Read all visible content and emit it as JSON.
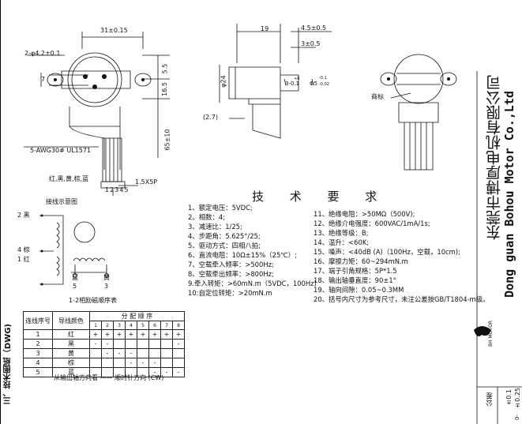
{
  "drawing_left": {
    "dim_width": "31±0.15",
    "dim_holes": "2-φ4.2±0.1",
    "dim_7": "7",
    "dim_5_5": "5.5",
    "dim_16_5": "16.5",
    "dim_65": "65±10",
    "wire_label": "5-AWG30# UL1571",
    "wire_colors": "红,黑,黄,棕,蓝",
    "pins": "12345",
    "pitch": "1.5X5P"
  },
  "drawing_side": {
    "dim_19": "19",
    "dim_4_5": "4.5±0.5",
    "dim_3": "3±0.5",
    "dim_24": "φ24",
    "dim_2_7": "(2.7)",
    "dim_3_flat": "3-0.1",
    "dim_5": "Φ5",
    "tol_plus": "+0",
    "tol_minus": "-0.1",
    "tol_minus2": "-0.02"
  },
  "drawing_right": {
    "label_sticker": "商标"
  },
  "wiring": {
    "title": "接线示意图",
    "l2": "2 黑",
    "l4": "4 棕",
    "l1": "1 红",
    "b5_name": "蓝",
    "b5_num": "5",
    "b3_name": "黄",
    "b3_num": "3",
    "caption": "1-2相励磁顺序表"
  },
  "sequence_table": {
    "col_wire_no": "连线序号",
    "col_color": "导线颜色",
    "col_order": "分 配 顺 序",
    "steps": [
      "1",
      "2",
      "3",
      "4",
      "5",
      "6",
      "7",
      "8"
    ],
    "rows": [
      {
        "no": "1",
        "color": "红",
        "cells": [
          "+",
          "+",
          "+",
          "+",
          "+",
          "+",
          "+",
          "+"
        ]
      },
      {
        "no": "2",
        "color": "黑",
        "cells": [
          "-",
          "-",
          "",
          "",
          "",
          "",
          "",
          "-"
        ]
      },
      {
        "no": "3",
        "color": "黄",
        "cells": [
          "",
          "-",
          "-",
          "-",
          "",
          "",
          "",
          ""
        ]
      },
      {
        "no": "4",
        "color": "棕",
        "cells": [
          "",
          "",
          "",
          "-",
          "-",
          "-",
          "",
          ""
        ]
      },
      {
        "no": "5",
        "color": "蓝",
        "cells": [
          "",
          "",
          "",
          "",
          "",
          "-",
          "-",
          "-"
        ]
      }
    ],
    "direction": "从输出轴方向看 —— 顺时针方向 (C₩)"
  },
  "spec": {
    "title": "技 术 要 求",
    "left": [
      "1、额定电压：5VDC;",
      "2、相数：4;",
      "3、减速比：1/25;",
      "4、步距角：5.625°/25;",
      "5、驱动方式：四相八拍;",
      "6、直流电阻：10Ω±15%（25℃）;",
      "7、空载牵入频率：>500Hz;",
      "8、空载牵出频率：>800Hz;",
      "9.牵入转矩：>60mN.m（5VDC，100Hz)",
      "10:自定位转矩：>20mN.m"
    ],
    "right": [
      "11、绝缘电阻：>50MΩ（500V);",
      "12、绝缘介电强度：600VAC/1mA/1s;",
      "13、绝缘等级：B;",
      "14、温升：<60K;",
      "15、噪声：<40dB (A)（100Hz，空载，10cm);",
      "16、摩擦力矩：60~294mN.m",
      "17、端子引角规格：5P*1.5",
      "18、输出轴垂直度：90±1°",
      "19、轴向间隙：0.05~0.3MM",
      "20、括号内尺寸为参考尺寸，未注公差按GB/T1804-m级。"
    ]
  },
  "title_block": {
    "company_cn": "东莞市博厚电机有限公司",
    "company_en": "Dong guan Bohou Motor Co.,Ltd",
    "logo_text": "BH MOTOR",
    "tolerance_label": "公差",
    "tol1": "±0.1",
    "tol2": "±0.25",
    "tol2_prefix": "0-",
    "section_label": "三、技术图纸（DWG)"
  }
}
